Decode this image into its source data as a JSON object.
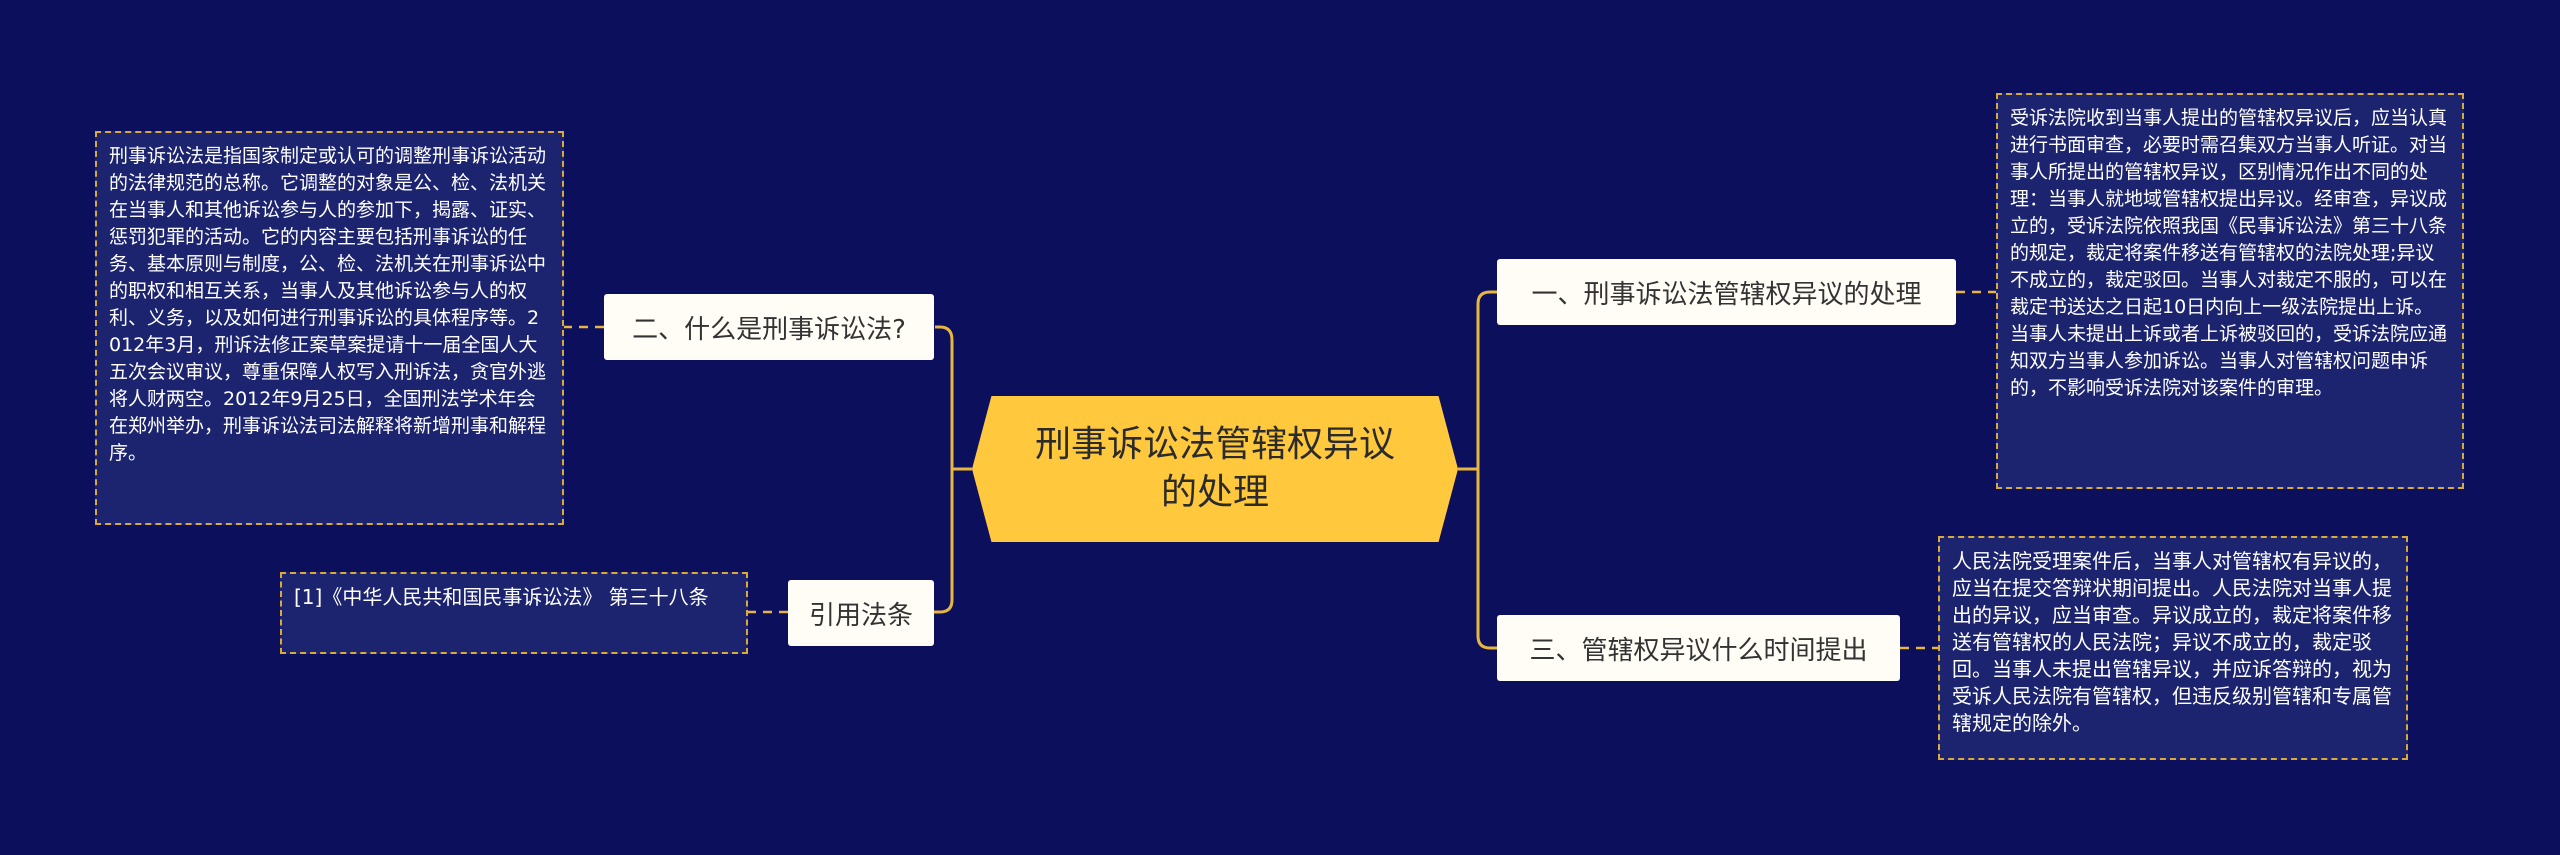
{
  "center": {
    "title": "刑事诉讼法管辖权异议的处理"
  },
  "branches": {
    "what_is": "二、什么是刑事诉讼法?",
    "cite": "引用法条",
    "handling": "一、刑事诉讼法管辖权异议的处理",
    "when": "三、管辖权异议什么时间提出"
  },
  "leaves": {
    "what_is_text": "刑事诉讼法是指国家制定或认可的调整刑事诉讼活动的法律规范的总称。它调整的对象是公、检、法机关在当事人和其他诉讼参与人的参加下，揭露、证实、惩罚犯罪的活动。它的内容主要包括刑事诉讼的任务、基本原则与制度，公、检、法机关在刑事诉讼中的职权和相互关系，当事人及其他诉讼参与人的权利、义务，以及如何进行刑事诉讼的具体程序等。2012年3月，刑诉法修正案草案提请十一届全国人大五次会议审议，尊重保障人权写入刑诉法，贪官外逃将人财两空。2012年9月25日，全国刑法学术年会在郑州举办，刑事诉讼法司法解释将新增刑事和解程序。",
    "cite_text": "[1]《中华人民共和国民事诉讼法》 第三十八条",
    "handling_text": "受诉法院收到当事人提出的管辖权异议后，应当认真进行书面审查，必要时需召集双方当事人听证。对当事人所提出的管辖权异议，区别情况作出不同的处理：当事人就地域管辖权提出异议。经审查，异议成立的，受诉法院依照我国《民事诉讼法》第三十八条的规定，裁定将案件移送有管辖权的法院处理;异议不成立的，裁定驳回。当事人对裁定不服的，可以在裁定书送达之日起10日内向上一级法院提出上诉。当事人未提出上诉或者上诉被驳回的，受诉法院应通知双方当事人参加诉讼。当事人对管辖权问题申诉的，不影响受诉法院对该案件的审理。",
    "when_text": "人民法院受理案件后，当事人对管辖权有异议的，应当在提交答辩状期间提出。人民法院对当事人提出的异议，应当审查。异议成立的，裁定将案件移送有管辖权的人民法院；异议不成立的，裁定驳回。当事人未提出管辖异议，并应诉答辩的，视为受诉人民法院有管辖权，但违反级别管辖和专属管辖规定的除外。"
  },
  "colors": {
    "background": "#0b0f5c",
    "center_fill": "#ffc83d",
    "connector": "#e7b63f",
    "leaf_fill": "#1c2470"
  }
}
